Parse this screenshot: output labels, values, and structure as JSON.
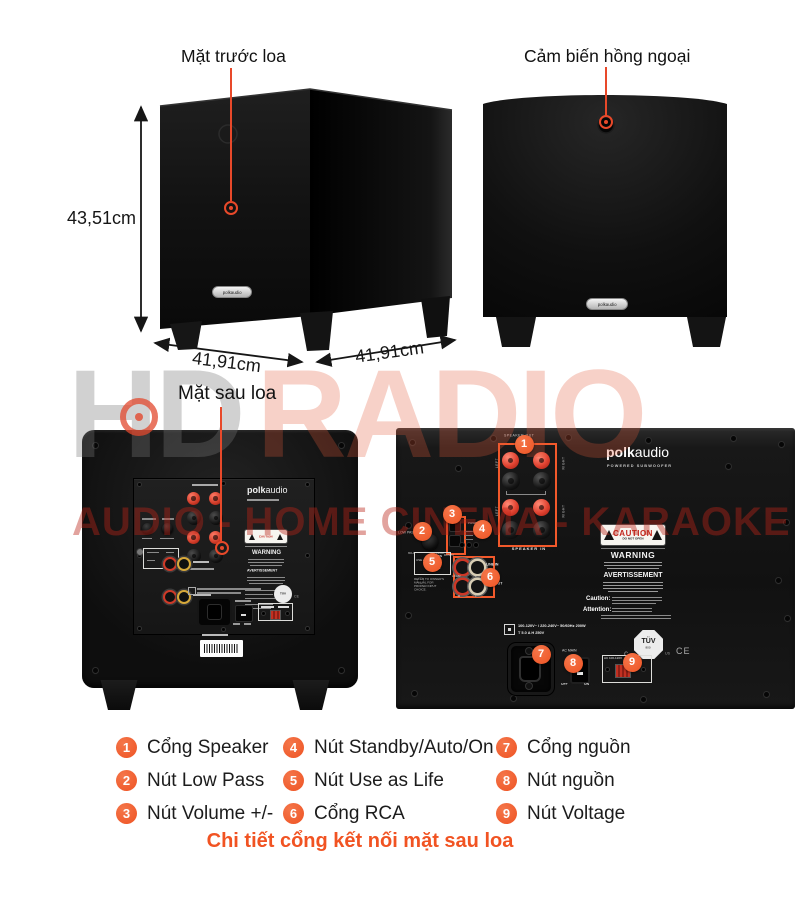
{
  "accent": "#f15a29",
  "labels": {
    "front": "Mặt trước loa",
    "ir": "Cảm biến hồng ngoại",
    "rear": "Mặt sau loa",
    "height": "43,51cm",
    "width_left": "41,91cm",
    "width_right": "41,91cm"
  },
  "watermark": {
    "hd": "HD",
    "radio": "RADIO",
    "tagline": "AUDIO - HOME CINEMA - KARAOKE"
  },
  "brand": {
    "bold": "polk",
    "light": "audio",
    "badge": "polkaudio",
    "sub": "POWERED SUBWOOFER"
  },
  "panel": {
    "speaker_out": "SPEAKER OUT",
    "speaker_in": "SPEAKER IN",
    "left": "LEFT",
    "right": "RIGHT",
    "low_pass": "LOW PASS",
    "hz80": "80Hz",
    "hz120": "120Hz",
    "down": "DOWN",
    "power": "POWER",
    "yes": "YES",
    "no": "NO",
    "use_as_life": "USE AS LIFE",
    "refer_note": "REFER TO OWNER'S MANUAL FOR PROPER INPUT CHOICE.",
    "lfe_r": "LFE/R",
    "l": "L",
    "r": "R",
    "line_in": "LINE IN",
    "line_out": "LINE OUT",
    "caution": "CAUTION",
    "do_not_open": "DO NOT OPEN",
    "warning": "WARNING",
    "avertissement": "AVERTISSEMENT",
    "caution_label": "Caution:",
    "attention_label": "Attention:",
    "spec1": "100-120V~ / 220-240V~ 50/60Hz 200W",
    "spec2": "T 5.0 A H 250V",
    "tuv": "TÜV",
    "tuv_num": "800",
    "c_mark": "c",
    "us_mark": "US",
    "ce_mark": "CE",
    "ac_main": "AC MAIN",
    "off": "OFF",
    "on": "ON",
    "volt_low": "AC 100-120V",
    "volt_high": "220-240V"
  },
  "legend": {
    "columns": [
      [
        {
          "n": "1",
          "label": "Cổng Speaker"
        },
        {
          "n": "2",
          "label": "Nút Low Pass"
        },
        {
          "n": "3",
          "label": "Nút Volume +/-"
        }
      ],
      [
        {
          "n": "4",
          "label": "Nút Standby/Auto/On"
        },
        {
          "n": "5",
          "label": "Nút Use as Life"
        },
        {
          "n": "6",
          "label": "Cổng RCA"
        }
      ],
      [
        {
          "n": "7",
          "label": "Cổng nguồn"
        },
        {
          "n": "8",
          "label": "Nút nguồn"
        },
        {
          "n": "9",
          "label": "Nút Voltage"
        }
      ]
    ],
    "caption": "Chi tiết cổng kết nối mặt sau loa"
  }
}
